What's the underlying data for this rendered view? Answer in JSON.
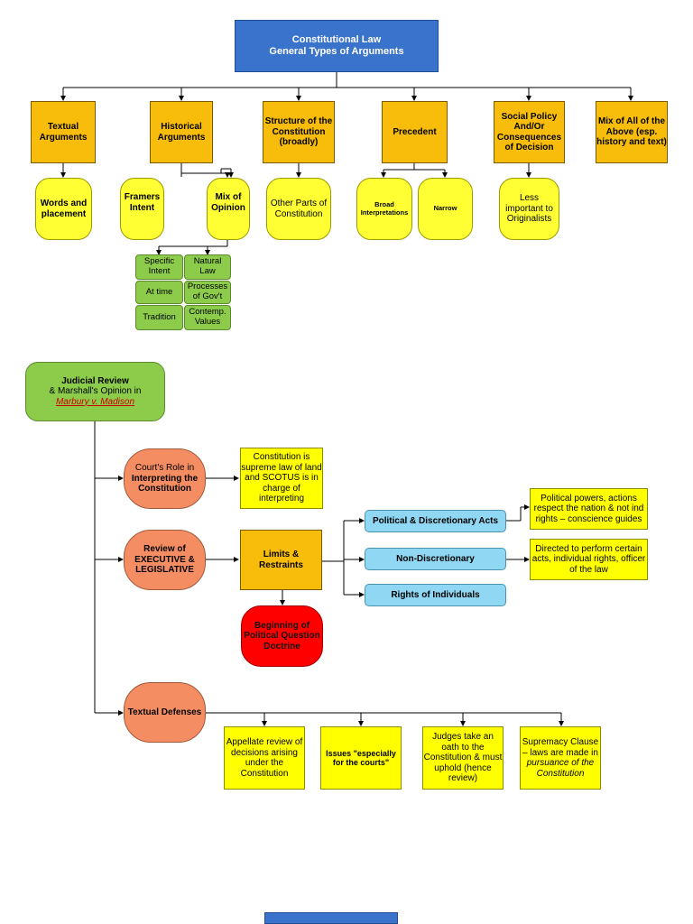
{
  "title": {
    "line1": "Constitutional Law",
    "line2": "General Types of Arguments"
  },
  "categories": {
    "textual": "Textual Arguments",
    "historical": "Historical Arguments",
    "structure": "Structure of the Constitution (broadly)",
    "precedent": "Precedent",
    "social": "Social Policy And/Or Consequences of Decision",
    "mix_all": "Mix of All of the Above (esp. history and text)"
  },
  "subs": {
    "words": "Words and placement",
    "framers": "Framers Intent",
    "mix_opinion": "Mix of Opinion",
    "other_parts": "Other Parts of Constitution",
    "broad": "Broad Interpretations",
    "narrow": "Narrow",
    "less_important": "Less important to Originalists"
  },
  "opinion_items": {
    "specific_intent": "Specific Intent",
    "natural_law": "Natural Law",
    "at_time": "At time",
    "processes": "Processes of Gov't",
    "tradition": "Tradition",
    "contemp_values": "Contemp. Values"
  },
  "judicial": {
    "heading": "Judicial Review",
    "sub": "& Marshall's Opinion in",
    "case": "Marbury v. Madison"
  },
  "roles": {
    "courts_role_pre": "Court's Role in",
    "courts_role_b": "Interpreting the Constitution",
    "review": "Review of EXECUTIVE & LEGISLATIVE",
    "textual_defenses": "Textual Defenses"
  },
  "notes": {
    "supreme": "Constitution is supreme law of land and SCOTUS is in charge of interpreting",
    "limits": "Limits & Restraints",
    "political_question": "Beginning of Political Question Doctrine",
    "political_powers": "Political powers, actions respect the nation & not ind rights – conscience guides",
    "directed": "Directed to perform certain acts, individual rights, officer of the law"
  },
  "acts": {
    "political": "Political & Discretionary Acts",
    "non_discretionary": "Non-Discretionary",
    "rights": "Rights of Individuals"
  },
  "defenses": {
    "appellate": "Appellate review of decisions arising under the Constitution",
    "issues": "Issues \"especially for the courts\"",
    "judges": "Judges take an oath to the Constitution & must uphold (hence review)",
    "supremacy_pre": "Supremacy Clause – laws are made in",
    "supremacy_ital": "pursuance of the Constitution"
  },
  "colors": {
    "title_blue": "#3a73cc",
    "orange": "#f8bd0a",
    "yellow": "#ffff00",
    "green": "#8ccc4a",
    "salmon": "#f58d63",
    "light_blue": "#8fd7f3",
    "red": "#ff0000"
  }
}
